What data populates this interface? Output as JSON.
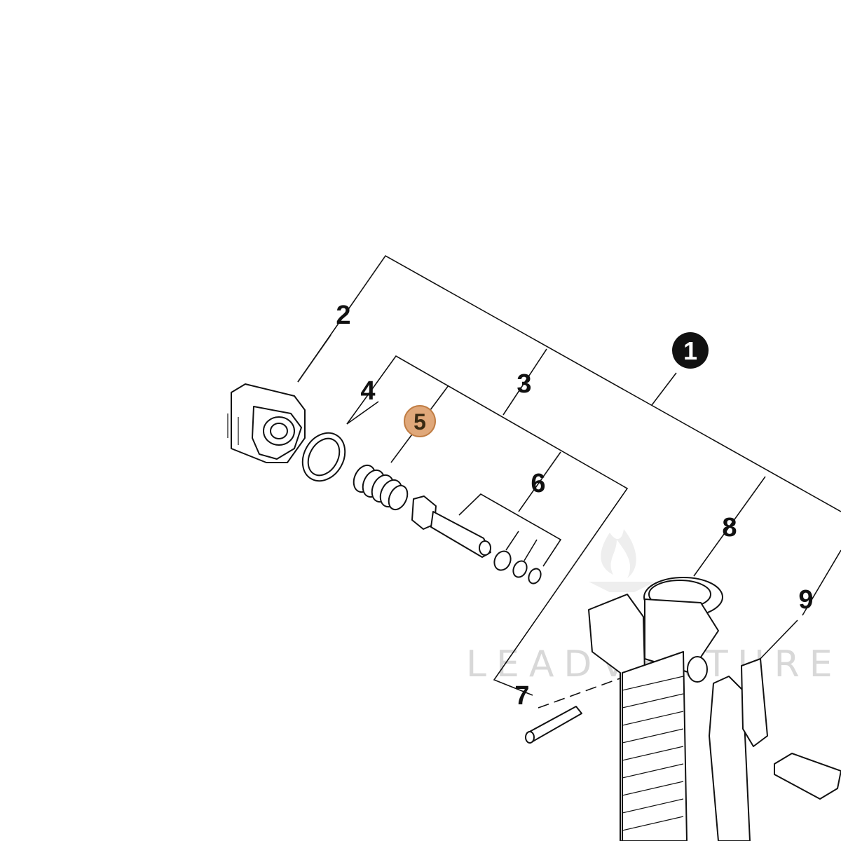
{
  "callouts": {
    "c1": "1",
    "c2": "2",
    "c3": "3",
    "c4": "4",
    "c5": "5",
    "c6": "6",
    "c7": "7",
    "c8": "8",
    "c9": "9"
  },
  "watermark": "LEADVENTURE",
  "colors": {
    "line": "#111111",
    "highlight_fill": "#e0a87a",
    "highlight_stroke": "#c07d44",
    "watermark": "#d8d8d8"
  }
}
